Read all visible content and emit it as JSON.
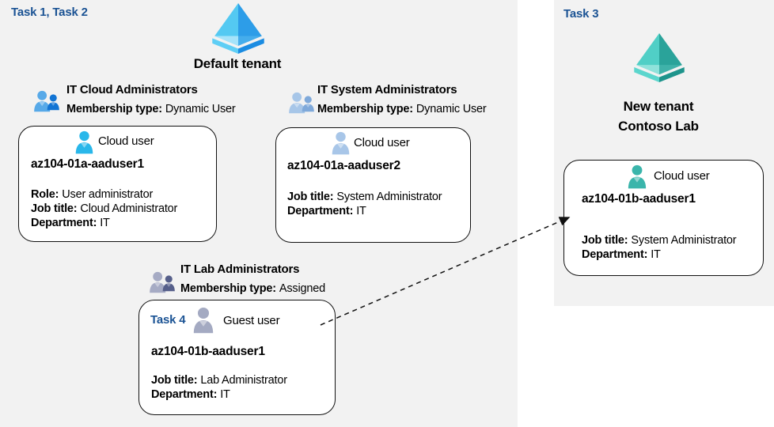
{
  "diagram": {
    "task_left": "Task 1, Task 2",
    "task_right": "Task 3",
    "colors": {
      "task_label": "#1B5394",
      "background_panel": "#F2F2F2",
      "card_background": "#FFFFFF",
      "card_border": "#111111",
      "aad_blue_primary": "#2D9DE8",
      "aad_blue_light": "#54C9F2",
      "aad_teal_primary": "#2AA39A",
      "aad_teal_light": "#50CFC6",
      "group_blue_front": "#57A9E8",
      "group_blue_back": "#1274D4",
      "group_steel_front": "#A7C6E8",
      "group_steel_back": "#7FA9DA",
      "group_gray_front": "#A6ABC4",
      "group_gray_back": "#565F8A",
      "user_cyan": "#29B7EA",
      "user_steel": "#A8C6E8",
      "user_gray": "#A4AAC2",
      "user_teal": "#3AB5AB"
    }
  },
  "tenants": {
    "default_tenant": {
      "title": "Default tenant",
      "icon": "azure-ad-blue-icon"
    },
    "new_tenant": {
      "title_line1": "New tenant",
      "title_line2": "Contoso Lab",
      "icon": "azure-ad-teal-icon"
    }
  },
  "groups": [
    {
      "name": "IT Cloud Administrators",
      "membership_label": "Membership type:",
      "membership_value": "Dynamic User",
      "icon": "group-people-blue-icon"
    },
    {
      "name": "IT System Administrators",
      "membership_label": "Membership type:",
      "membership_value": "Dynamic User",
      "icon": "group-people-steel-icon"
    },
    {
      "name": "IT Lab Administrators",
      "membership_label": "Membership type:",
      "membership_value": "Assigned",
      "icon": "group-people-gray-icon"
    }
  ],
  "cards": [
    {
      "user_type": "Cloud user",
      "name": "az104-01a-aaduser1",
      "icon": "person-cyan-icon",
      "fields": [
        {
          "label": "Role:",
          "value": "User administrator"
        },
        {
          "label": "Job title:",
          "value": "Cloud Administrator"
        },
        {
          "label": "Department:",
          "value": "IT"
        }
      ]
    },
    {
      "user_type": "Cloud user",
      "name": "az104-01a-aaduser2",
      "icon": "person-steel-icon",
      "fields": [
        {
          "label": "Job title:",
          "value": "System Administrator"
        },
        {
          "label": "Department:",
          "value": "IT"
        }
      ]
    },
    {
      "task_label": "Task 4",
      "user_type": "Guest user",
      "name": "az104-01b-aaduser1",
      "icon": "person-gray-icon",
      "fields": [
        {
          "label": "Job title:",
          "value": "Lab Administrator"
        },
        {
          "label": "Department:",
          "value": "IT"
        }
      ]
    },
    {
      "user_type": "Cloud user",
      "name": "az104-01b-aaduser1",
      "icon": "person-teal-icon",
      "fields": [
        {
          "label": "Job title:",
          "value": "System Administrator"
        },
        {
          "label": "Department:",
          "value": "IT"
        }
      ]
    }
  ]
}
